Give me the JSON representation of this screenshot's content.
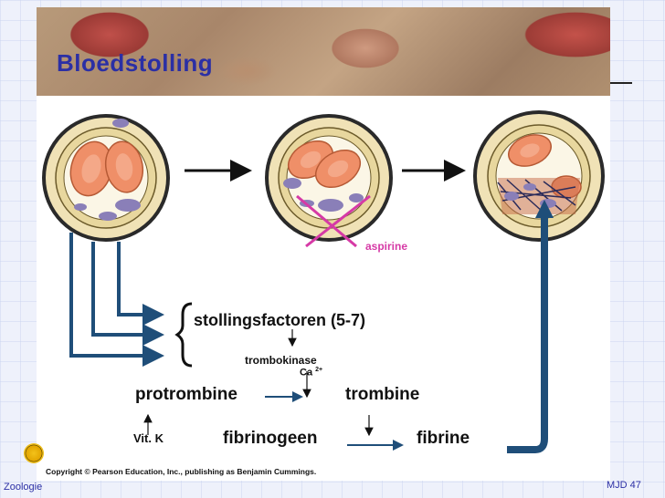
{
  "slide": {
    "title": "Bloedstolling",
    "footer_left": "Zoologie",
    "footer_right": "MJD  47",
    "copyright": "Copyright © Pearson Education, Inc., publishing as Benjamin Cummings."
  },
  "diagram": {
    "aspirine": "aspirine",
    "stollingsfactoren": "stollingsfactoren (5-7)",
    "trombokinase": "trombokinase",
    "ca": "Ca",
    "ca_sup": "2+",
    "protrombine": "protrombine",
    "trombine": "trombine",
    "vitk": "Vit. K",
    "fibrinogeen": "fibrinogeen",
    "fibrine": "fibrine"
  },
  "colors": {
    "title": "#2b2fa5",
    "pathway_arrow": "#1f4e79",
    "aspirine": "#d63aa6",
    "platelet": "#8a7fb8",
    "red_cell": "#ef8f68",
    "vessel_wall": "#f0e2b6"
  }
}
